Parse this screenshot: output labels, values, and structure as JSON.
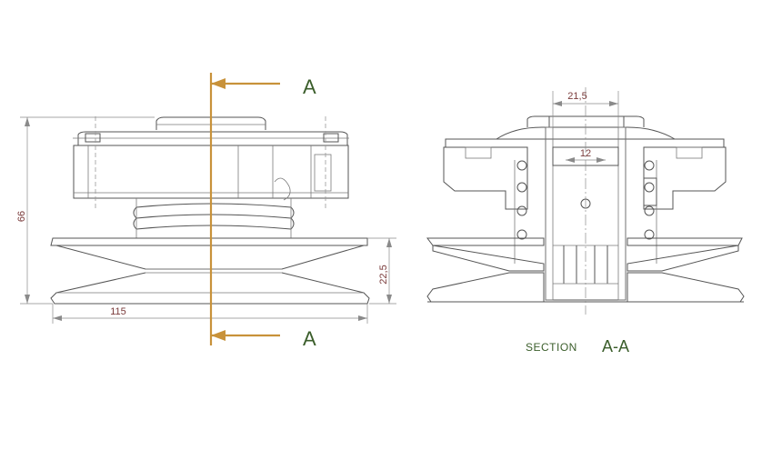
{
  "drawing": {
    "dimensions": {
      "overall_height": "66",
      "overall_width": "115",
      "pulley_height": "22,5",
      "top_bore": "21,5",
      "inner_bore": "12"
    },
    "section_marker": "A",
    "section_label": {
      "word": "SECTION",
      "letters": "A-A"
    },
    "colors": {
      "cutting_line": "#c8923a",
      "labels": "#3b5e2b",
      "dimension_text": "#7a3b3b",
      "outline": "#555555"
    }
  }
}
